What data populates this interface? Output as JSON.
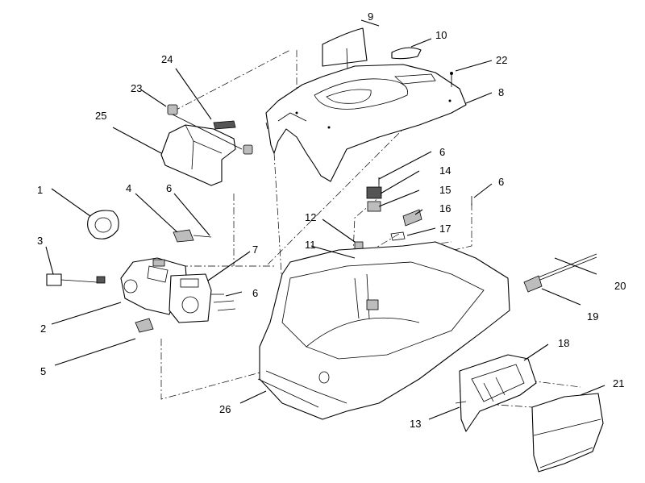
{
  "colors": {
    "line": "#000000",
    "background": "#ffffff",
    "shade": "#bdbdbd"
  },
  "callouts": [
    {
      "id": "c1",
      "label": "1"
    },
    {
      "id": "c2",
      "label": "2"
    },
    {
      "id": "c3",
      "label": "3"
    },
    {
      "id": "c4",
      "label": "4"
    },
    {
      "id": "c5",
      "label": "5"
    },
    {
      "id": "c6a",
      "label": "6"
    },
    {
      "id": "c6b",
      "label": "6"
    },
    {
      "id": "c6c",
      "label": "6"
    },
    {
      "id": "c6d",
      "label": "6"
    },
    {
      "id": "c7",
      "label": "7"
    },
    {
      "id": "c8",
      "label": "8"
    },
    {
      "id": "c9",
      "label": "9"
    },
    {
      "id": "c10",
      "label": "10"
    },
    {
      "id": "c11",
      "label": "11"
    },
    {
      "id": "c12",
      "label": "12"
    },
    {
      "id": "c13",
      "label": "13"
    },
    {
      "id": "c14",
      "label": "14"
    },
    {
      "id": "c15",
      "label": "15"
    },
    {
      "id": "c16",
      "label": "16"
    },
    {
      "id": "c17",
      "label": "17"
    },
    {
      "id": "c18",
      "label": "18"
    },
    {
      "id": "c19",
      "label": "19"
    },
    {
      "id": "c20",
      "label": "20"
    },
    {
      "id": "c21",
      "label": "21"
    },
    {
      "id": "c22",
      "label": "22"
    },
    {
      "id": "c23",
      "label": "23"
    },
    {
      "id": "c24",
      "label": "24"
    },
    {
      "id": "c25",
      "label": "25"
    },
    {
      "id": "c26",
      "label": "26"
    }
  ]
}
